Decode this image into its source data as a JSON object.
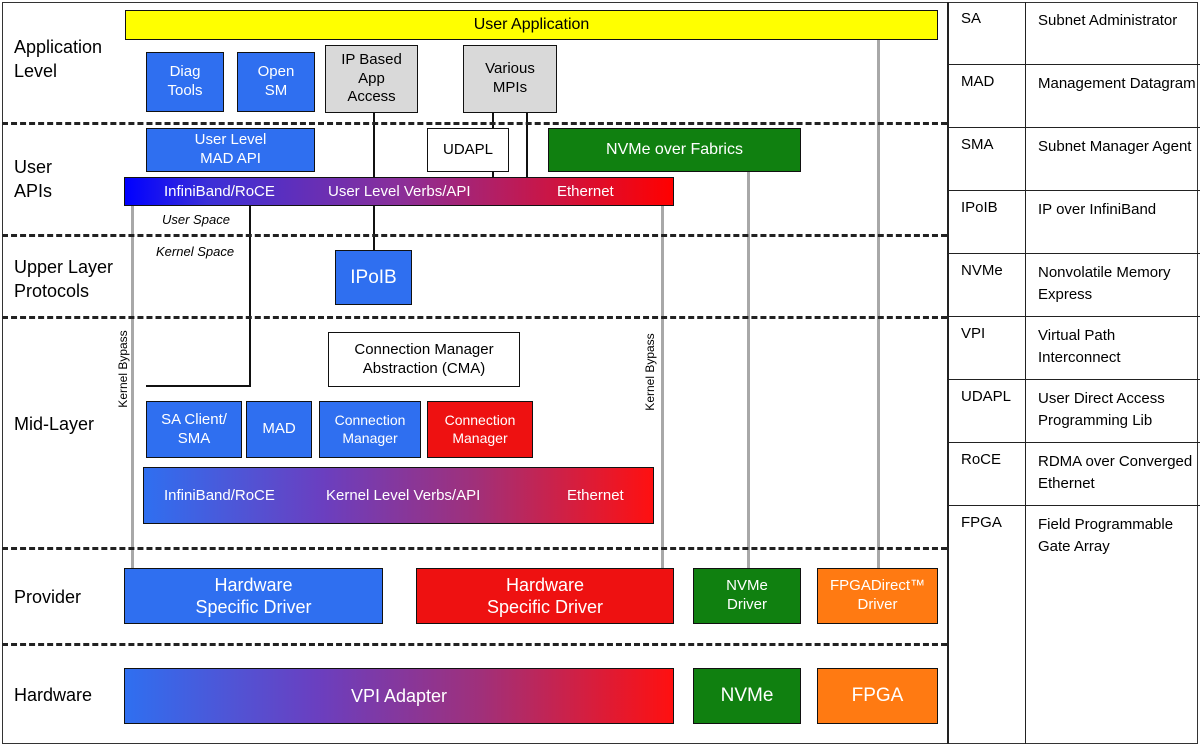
{
  "levels": {
    "application": "Application\nLevel",
    "user_apis": "User\nAPIs",
    "ulp": "Upper Layer\nProtocols",
    "mid": "Mid-Layer",
    "provider": "Provider",
    "hardware": "Hardware"
  },
  "boxes": {
    "user_application": "User Application",
    "diag_tools": "Diag\nTools",
    "open_sm": "Open\nSM",
    "ip_app_access": "IP Based\nApp\nAccess",
    "various_mpis": "Various\nMPIs",
    "user_mad_api": "User Level\nMAD API",
    "udapl": "UDAPL",
    "nvme_fabrics": "NVMe over Fabrics",
    "ipoib": "IPoIB",
    "cma": "Connection Manager\nAbstraction (CMA)",
    "sa_client": "SA Client/\nSMA",
    "mad": "MAD",
    "cm_blue": "Connection\nManager",
    "cm_red": "Connection\nManager",
    "hw_driver_blue": "Hardware\nSpecific Driver",
    "hw_driver_red": "Hardware\nSpecific Driver",
    "nvme_driver": "NVMe\nDriver",
    "fpga_driver": "FPGADirect™\nDriver",
    "vpi_adapter": "VPI Adapter",
    "nvme_hw": "NVMe",
    "fpga_hw": "FPGA"
  },
  "verbs_user": {
    "left": "InfiniBand/RoCE",
    "center": "User Level Verbs/API",
    "right": "Ethernet"
  },
  "verbs_kernel": {
    "left": "InfiniBand/RoCE",
    "center": "Kernel Level Verbs/API",
    "right": "Ethernet"
  },
  "labels": {
    "user_space": "User Space",
    "kernel_space": "Kernel Space",
    "kernel_bypass_left": "Kernel Bypass",
    "kernel_bypass_right": "Kernel Bypass"
  },
  "glossary": [
    {
      "abbr": "SA",
      "def": "Subnet Administrator"
    },
    {
      "abbr": "MAD",
      "def": "Management Datagram"
    },
    {
      "abbr": "SMA",
      "def": "Subnet Manager Agent"
    },
    {
      "abbr": "IPoIB",
      "def": "IP over InfiniBand"
    },
    {
      "abbr": "NVMe",
      "def": "Nonvolatile Memory Express"
    },
    {
      "abbr": "VPI",
      "def": "Virtual Path Interconnect"
    },
    {
      "abbr": "UDAPL",
      "def": "User Direct Access Programming Lib"
    },
    {
      "abbr": "RoCE",
      "def": "RDMA over Converged Ethernet"
    },
    {
      "abbr": "FPGA",
      "def": "Field Programmable Gate Array"
    }
  ],
  "colors": {
    "blue": "#2f6ff0",
    "red": "#ee1111",
    "green": "#108010",
    "orange": "#ff7a12",
    "yellow": "#ffff00",
    "gray": "#d9d9d9"
  }
}
